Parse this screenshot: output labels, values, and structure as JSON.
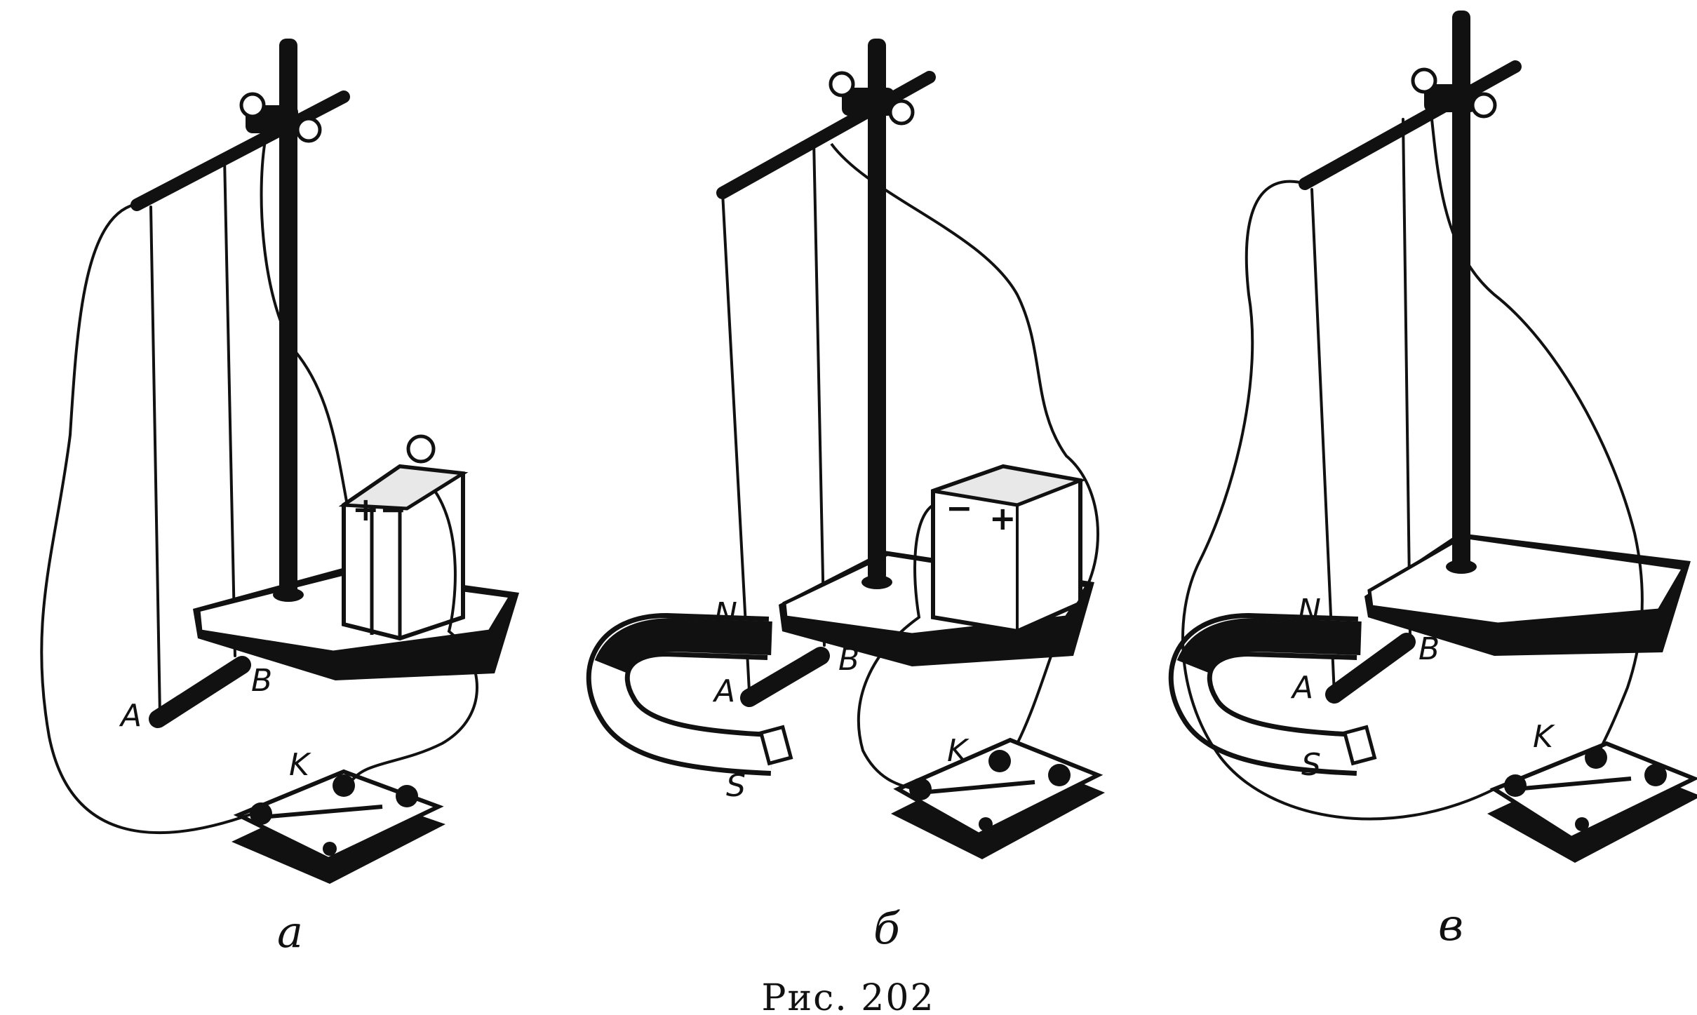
{
  "figure": {
    "caption": "Рис. 202",
    "panels": [
      {
        "subfigure": "а",
        "labels": {
          "rod_end_a": "A",
          "rod_end_b": "B",
          "key": "K"
        },
        "battery_signs": [
          "+",
          "−"
        ]
      },
      {
        "subfigure": "б",
        "labels": {
          "rod_end_a": "A",
          "rod_end_b": "B",
          "key": "K",
          "pole_north": "N",
          "pole_south": "S"
        },
        "battery_signs": [
          "−",
          "+"
        ]
      },
      {
        "subfigure": "в",
        "labels": {
          "rod_end_a": "A",
          "rod_end_b": "B",
          "key": "K",
          "pole_north": "N",
          "pole_south": "S"
        }
      }
    ]
  }
}
